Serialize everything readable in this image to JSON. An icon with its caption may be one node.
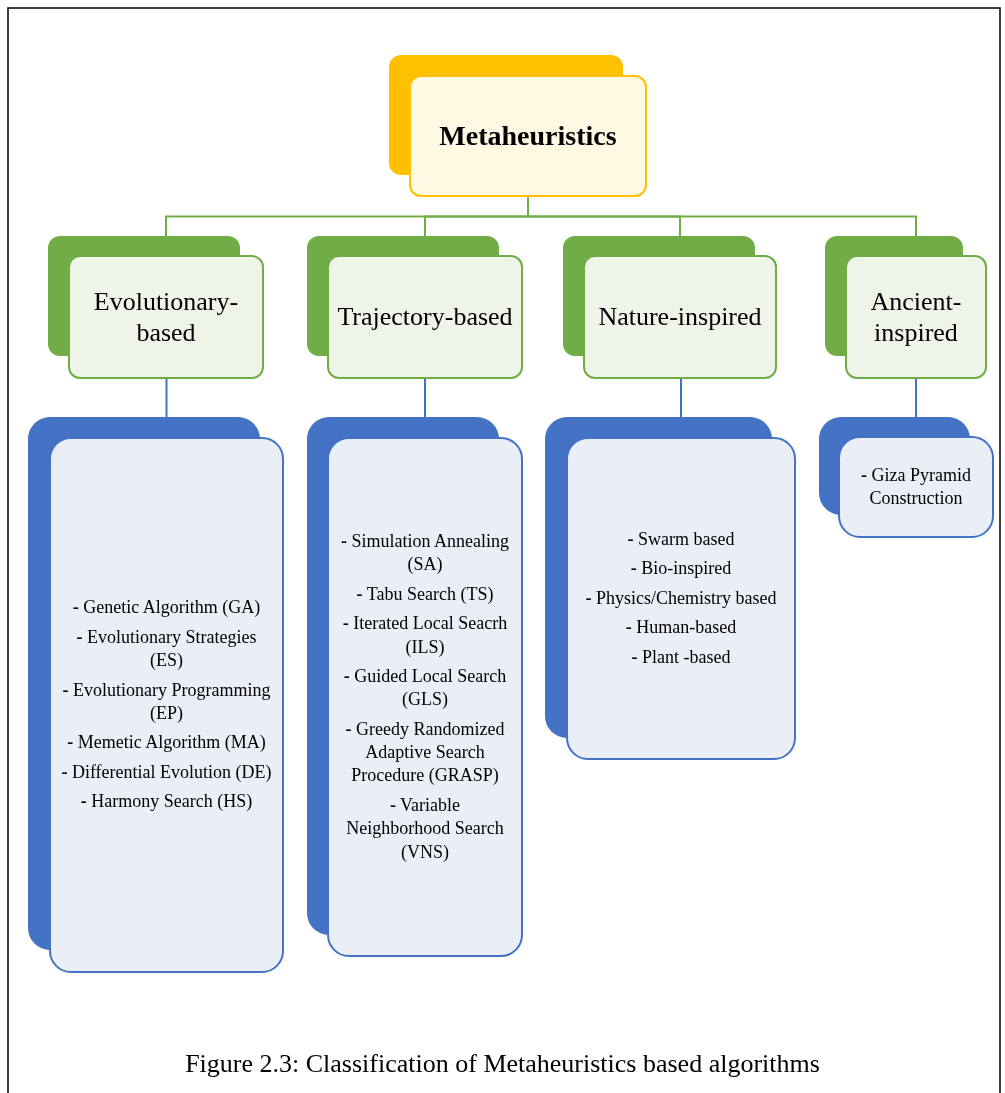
{
  "diagram": {
    "caption": "Figure 2.3: Classification of Metaheuristics based algorithms",
    "nodes": [
      {
        "text": [
          "Metaheuristics"
        ]
      },
      {
        "text": [
          "Evolutionary-based"
        ]
      },
      {
        "text": [
          "Trajectory-based"
        ]
      },
      {
        "text": [
          "Nature-inspired"
        ]
      },
      {
        "text": [
          "Ancient-inspired"
        ]
      },
      {
        "text": [
          "**-** Genetic Algorithm (GA)",
          "**-** Evolutionary Strategies (ES)",
          "**-** Evolutionary Programming (EP)",
          "**-** Memetic Algorithm (MA)",
          "**-** Differential Evolution (DE)",
          "**-** Harmony Search (HS)"
        ]
      },
      {
        "text": [
          "**-** Simulation Annealing (SA)",
          "**-** Tabu Search (TS)",
          "**-** Iterated Local Seacrh (ILS)",
          "**-** Guided Local Search (GLS)",
          "**-** Greedy Randomized Adaptive Search Procedure (GRASP)",
          "**-** Variable Neighborhood Search (VNS)"
        ]
      },
      {
        "text": [
          "**-** Swarm based",
          "**-** Bio-inspired",
          "**-** Physics/Chemistry based",
          "**-** Human-based",
          "**-** Plant -based"
        ]
      },
      {
        "text": [
          "**-** Giza Pyramid Construction"
        ]
      }
    ],
    "edges": [
      {
        "from": 0,
        "to": 1,
        "arrow": "none",
        "color": "#70ad47"
      },
      {
        "from": 0,
        "to": 2,
        "arrow": "none",
        "color": "#70ad47"
      },
      {
        "from": 0,
        "to": 3,
        "arrow": "none",
        "color": "#70ad47"
      },
      {
        "from": 0,
        "to": 4,
        "arrow": "none",
        "color": "#70ad47"
      },
      {
        "from": 1,
        "to": 5,
        "arrow": "none",
        "color": "#4472c4"
      },
      {
        "from": 2,
        "to": 6,
        "arrow": "none",
        "color": "#4472c4"
      },
      {
        "from": 3,
        "to": 7,
        "arrow": "none",
        "color": "#4472c4"
      },
      {
        "from": 4,
        "to": 8,
        "arrow": "none",
        "color": "#4472c4"
      }
    ]
  }
}
